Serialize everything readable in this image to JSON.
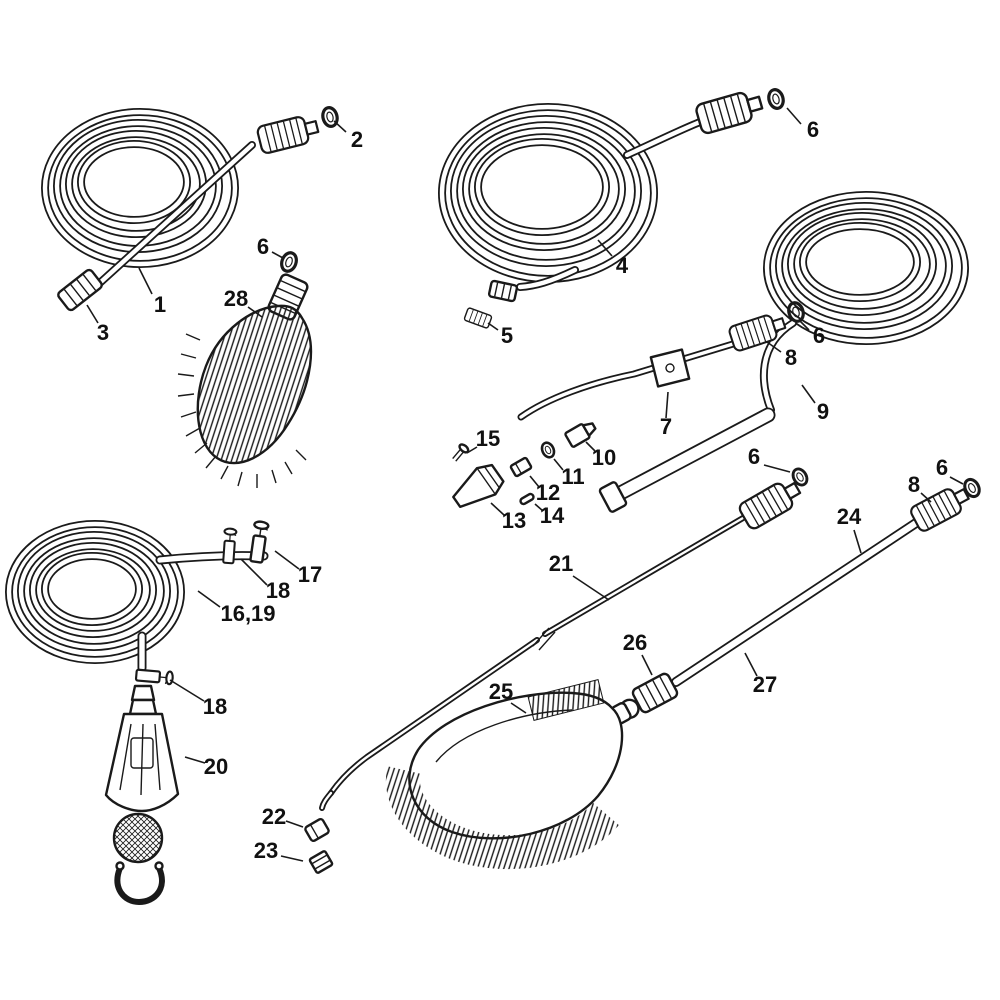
{
  "page": {
    "background": "#ffffff",
    "ink_color": "#1a1a1a",
    "description": "Exploded parts diagram of pressure washer hoses, wands, brushes and fittings"
  },
  "diagram": {
    "labels": [
      {
        "id": "c0",
        "text": "2"
      },
      {
        "id": "c1",
        "text": "1"
      },
      {
        "id": "c2",
        "text": "3"
      },
      {
        "id": "c3",
        "text": "6"
      },
      {
        "id": "c4",
        "text": "28"
      },
      {
        "id": "c5",
        "text": "4"
      },
      {
        "id": "c6",
        "text": "5"
      },
      {
        "id": "c7",
        "text": "6"
      },
      {
        "id": "c8",
        "text": "6"
      },
      {
        "id": "c9",
        "text": "8"
      },
      {
        "id": "c10",
        "text": "7"
      },
      {
        "id": "c11",
        "text": "9"
      },
      {
        "id": "c12",
        "text": "15"
      },
      {
        "id": "c13",
        "text": "10"
      },
      {
        "id": "c14",
        "text": "11"
      },
      {
        "id": "c15",
        "text": "12"
      },
      {
        "id": "c16",
        "text": "14"
      },
      {
        "id": "c17",
        "text": "13"
      },
      {
        "id": "c18",
        "text": "6"
      },
      {
        "id": "c19",
        "text": "6"
      },
      {
        "id": "c20",
        "text": "8"
      },
      {
        "id": "c21",
        "text": "24"
      },
      {
        "id": "c22",
        "text": "17"
      },
      {
        "id": "c23",
        "text": "18"
      },
      {
        "id": "c24",
        "text": "16,19"
      },
      {
        "id": "c25",
        "text": "21"
      },
      {
        "id": "c26",
        "text": "18"
      },
      {
        "id": "c27",
        "text": "20"
      },
      {
        "id": "c28",
        "text": "26"
      },
      {
        "id": "c29",
        "text": "25"
      },
      {
        "id": "c30",
        "text": "27"
      },
      {
        "id": "c31",
        "text": "22"
      },
      {
        "id": "c32",
        "text": "23"
      }
    ]
  }
}
